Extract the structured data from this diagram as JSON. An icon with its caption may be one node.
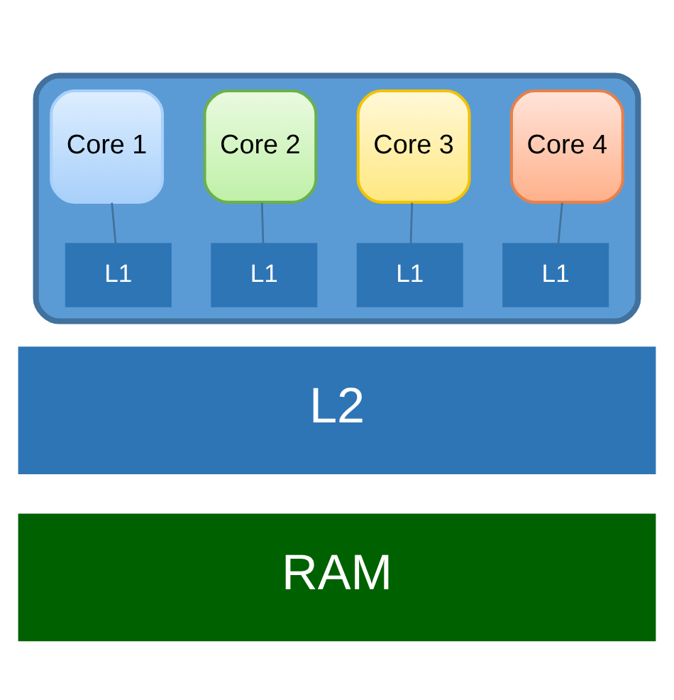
{
  "diagram": {
    "nodes": [
      {
        "text": [],
        "shape": "box"
      },
      {
        "text": [
          "Core 1"
        ],
        "in": 0
      },
      {
        "text": [
          "Core 2"
        ],
        "in": 0
      },
      {
        "text": [
          "Core 3"
        ],
        "in": 0
      },
      {
        "text": [
          "Core 4"
        ],
        "in": 0
      },
      {
        "text": [
          "L1"
        ],
        "in": 0
      },
      {
        "text": [
          "L1"
        ],
        "in": 0
      },
      {
        "text": [
          "L1"
        ],
        "in": 0
      },
      {
        "text": [
          "L1"
        ],
        "in": 0
      },
      {
        "text": [
          "L2"
        ]
      },
      {
        "text": [
          "RAM"
        ]
      }
    ],
    "edges": [
      {
        "from": 1,
        "to": 5,
        "arrow": "none"
      },
      {
        "from": 2,
        "to": 6,
        "arrow": "none"
      },
      {
        "from": 3,
        "to": 7,
        "arrow": "none"
      },
      {
        "from": 4,
        "to": 8,
        "arrow": "none"
      }
    ]
  }
}
